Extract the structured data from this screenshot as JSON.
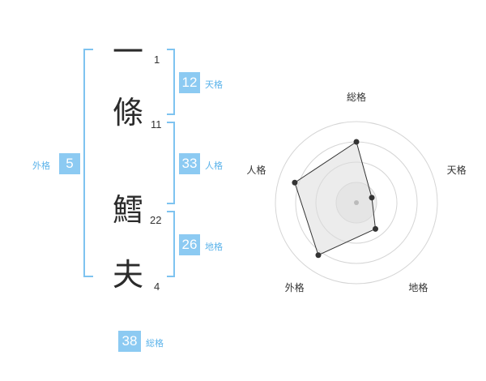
{
  "name": {
    "chars": [
      {
        "char": "一",
        "strokes": "1"
      },
      {
        "char": "條",
        "strokes": "11"
      },
      {
        "char": "鱈",
        "strokes": "22"
      },
      {
        "char": "夫",
        "strokes": "4"
      }
    ]
  },
  "kakaku": {
    "tenkaku": {
      "value": "12",
      "label": "天格"
    },
    "jinkaku": {
      "value": "33",
      "label": "人格"
    },
    "chikaku": {
      "value": "26",
      "label": "地格"
    },
    "gaikaku": {
      "value": "5",
      "label": "外格"
    },
    "soukaku": {
      "value": "38",
      "label": "総格"
    }
  },
  "colors": {
    "accent": "#8ccaf2",
    "bracket": "#7ec3f0",
    "label": "#5bb3ea"
  },
  "chart_data": {
    "type": "radar",
    "axes": [
      "総格",
      "天格",
      "地格",
      "外格",
      "人格"
    ],
    "values": [
      0.75,
      0.2,
      0.4,
      0.8,
      0.8
    ],
    "max": 1,
    "rings": 4
  }
}
